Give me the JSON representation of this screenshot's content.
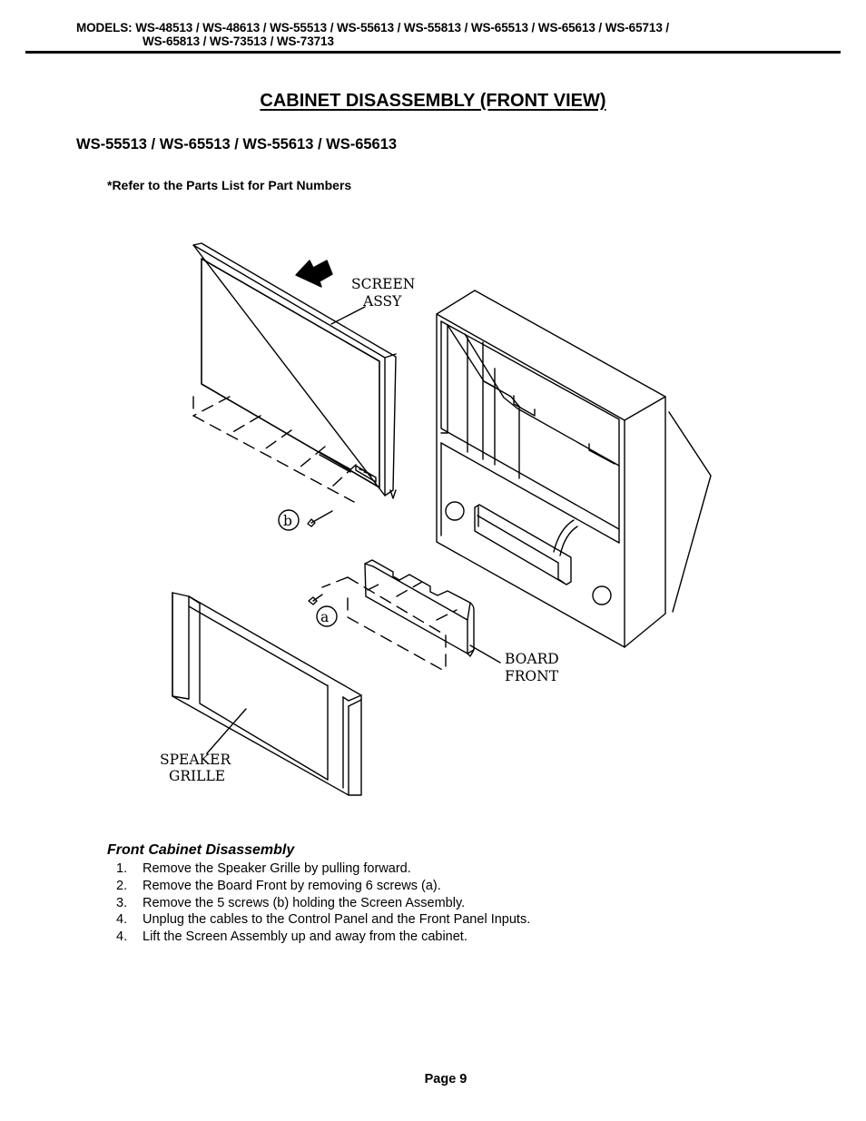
{
  "header": {
    "models_line1": "MODELS: WS-48513 / WS-48613 / WS-55513 / WS-55613 / WS-55813 / WS-65513 / WS-65613 / WS-65713 /",
    "models_line2": "WS-65813 / WS-73513 / WS-73713"
  },
  "title": "CABINET DISASSEMBLY (FRONT VIEW)",
  "subtitle": "WS-55513 / WS-65513 / WS-55613 / WS-65613",
  "note": "*Refer to the Parts List for Part Numbers",
  "diagram": {
    "labels": {
      "screen_line1": "SCREEN",
      "screen_line2": "ASSY",
      "board_line1": "BOARD",
      "board_line2": "FRONT",
      "speaker_line1": "SPEAKER",
      "speaker_line2": "GRILLE",
      "screw_b": "b",
      "screw_a": "a"
    }
  },
  "instructions": {
    "title": "Front Cabinet Disassembly",
    "steps": [
      {
        "num": "1.",
        "text": "Remove the Speaker Grille by pulling forward."
      },
      {
        "num": "2.",
        "text": "Remove the Board Front by removing 6 screws (a)."
      },
      {
        "num": "3.",
        "text": "Remove the 5 screws (b) holding the Screen Assembly."
      },
      {
        "num": "4.",
        "text": "Unplug the cables to the Control Panel and the Front Panel Inputs."
      },
      {
        "num": "4.",
        "text": "Lift the Screen Assembly up and away from the cabinet."
      }
    ]
  },
  "footer": {
    "page": "Page 9"
  }
}
